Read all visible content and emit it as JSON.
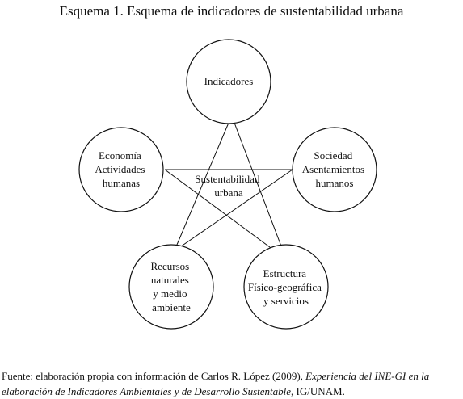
{
  "title": "Esquema 1. Esquema de indicadores de sustentabilidad urbana",
  "diagram": {
    "center": [
      "Sustentabilidad",
      "urbana"
    ],
    "nodes": {
      "indicadores": [
        "Indicadores"
      ],
      "economia": [
        "Economía",
        "Actividades",
        "humanas"
      ],
      "sociedad": [
        "Sociedad",
        "Asentamientos",
        "humanos"
      ],
      "recursos": [
        "Recursos",
        "naturales",
        "y medio",
        "ambiente"
      ],
      "estructura": [
        "Estructura",
        "Físico-geográfica",
        "y servicios"
      ]
    }
  },
  "source": {
    "prefix": "Fuente: elaboración propia con información de Carlos R. López (2009), ",
    "italic_1": "Experiencia del INE-GI en la elaboración de Indicadores Ambientales y de Desarrollo Sustentable",
    "suffix": ", IG/UNAM."
  }
}
